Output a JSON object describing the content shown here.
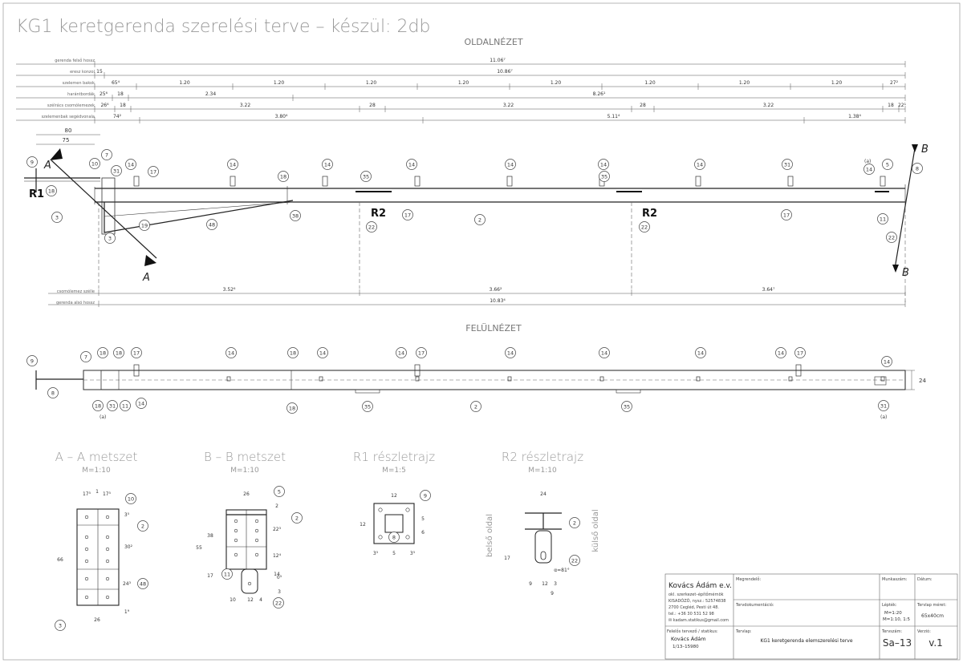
{
  "title": "KG1 keretgerenda szerelési terve – készül: 2db",
  "views": {
    "side": "OLDALNÉZET",
    "top": "FELÜLNÉZET"
  },
  "side_rows": [
    {
      "label": "gerenda felső hossz",
      "values": [
        "11.06⁷"
      ]
    },
    {
      "label": "eresz konzol",
      "values": [
        "15",
        "10.86⁷"
      ]
    },
    {
      "label": "szelemen bakok",
      "values": [
        "65⁴",
        "1.20",
        "1.20",
        "1.20",
        "1.20",
        "1.20",
        "1.20",
        "1.20",
        "1.20",
        "27²"
      ]
    },
    {
      "label": "harántbordák",
      "values": [
        "25⁶",
        "18",
        "2.34",
        "8.26¹"
      ]
    },
    {
      "label": "szélrács csomólemezek",
      "values": [
        "26⁶",
        "18",
        "3.22",
        "28",
        "3.22",
        "28",
        "3.22",
        "18",
        "22¹"
      ]
    },
    {
      "label": "szelemenbak segédvonala",
      "values": [
        "74²",
        "3.80⁶",
        "5.11⁴",
        "1.38⁴"
      ]
    }
  ],
  "bottom_rows": [
    {
      "label": "csomólemez szélle",
      "values": [
        "3.52⁶",
        "3.66²",
        "3.64⁷"
      ]
    },
    {
      "label": "gerenda alsó hossz",
      "values": [
        "10.83⁴"
      ]
    }
  ],
  "side_bubbles": [
    "9",
    "7",
    "10",
    "31",
    "14",
    "17",
    "14",
    "18",
    "14",
    "35",
    "14",
    "14",
    "35",
    "14",
    "14",
    "31",
    "14",
    "5",
    "8",
    "18",
    "3",
    "19",
    "48",
    "38",
    "22",
    "17",
    "2",
    "22",
    "17",
    "11",
    "22"
  ],
  "side_callouts": {
    "r1": "R1",
    "r2a": "R2",
    "r2b": "R2",
    "a": "A",
    "b": "B"
  },
  "top_bubbles_upper": [
    "9",
    "7",
    "18",
    "18",
    "17",
    "14",
    "18",
    "14",
    "14",
    "17",
    "14",
    "14",
    "14",
    "14",
    "17",
    "14"
  ],
  "top_bubbles_lower": [
    "8",
    "18",
    "31",
    "11",
    "14",
    "18",
    "35",
    "2",
    "35",
    "31"
  ],
  "top_labels": {
    "a1": "(a)",
    "a2": "(a)",
    "side_a": "(a)",
    "dim80": "80",
    "dim75": "75",
    "dim24": "24"
  },
  "sections": [
    {
      "title": "A – A metszet",
      "scale": "M=1:10"
    },
    {
      "title": "B – B metszet",
      "scale": "M=1:10"
    },
    {
      "title": "R1 részletrajz",
      "scale": "M=1:5"
    },
    {
      "title": "R2 részletrajz",
      "scale": "M=1:10"
    }
  ],
  "section_labels": {
    "aa": [
      "17⁵",
      "1",
      "17⁵",
      "10",
      "2",
      "3⁵",
      "30²",
      "48",
      "24³",
      "66",
      "26",
      "3",
      "1⁹"
    ],
    "bb": [
      "26",
      "5",
      "2",
      "38",
      "55",
      "17",
      "11",
      "22",
      "10",
      "12",
      "4",
      "2",
      "22³",
      "12⁴",
      "14",
      "0⁵",
      "3"
    ],
    "r1": [
      "12",
      "9",
      "12",
      "8",
      "3⁵",
      "5",
      "3⁵",
      "5",
      "6"
    ],
    "r2": [
      "24",
      "2",
      "22",
      "17",
      "9",
      "12",
      "3",
      "9",
      "α=81°",
      "belső oldal",
      "külső oldal"
    ]
  },
  "titleblock": {
    "company": "Kovács Ádám e.v.",
    "subtitle": "okl. szerkezet–építőmérnök",
    "address1": "KISADÓZÓ, nysz.: 52574838",
    "address2": "2700 Cegléd, Pesti út 48.",
    "phone": "tel.: +36 30 531 52 98",
    "email": "✉ kadam.statikus@gmail.com",
    "client_label": "Megrendelő:",
    "docs_label": "Tervdokumentáció:",
    "work_label": "Munkaszám:",
    "date_label": "Dátum:",
    "scale_label": "Lépték:",
    "scale_value1": "M=1:20",
    "scale_value2": "M=1:10, 1:5",
    "size_label": "Tervlap méret:",
    "size_value": "65x40cm",
    "designer_label": "Felelős tervező / statikus:",
    "designer_name": "Kovács Ádám",
    "designer_id": "1/13–15980",
    "sheet_label": "Tervlap:",
    "sheet_value": "KG1 keretgerenda elemszerelési terve",
    "num_label": "Tervszám:",
    "num_value": "Sa–13",
    "ver_label": "Verzió:",
    "ver_value": "v.1"
  }
}
